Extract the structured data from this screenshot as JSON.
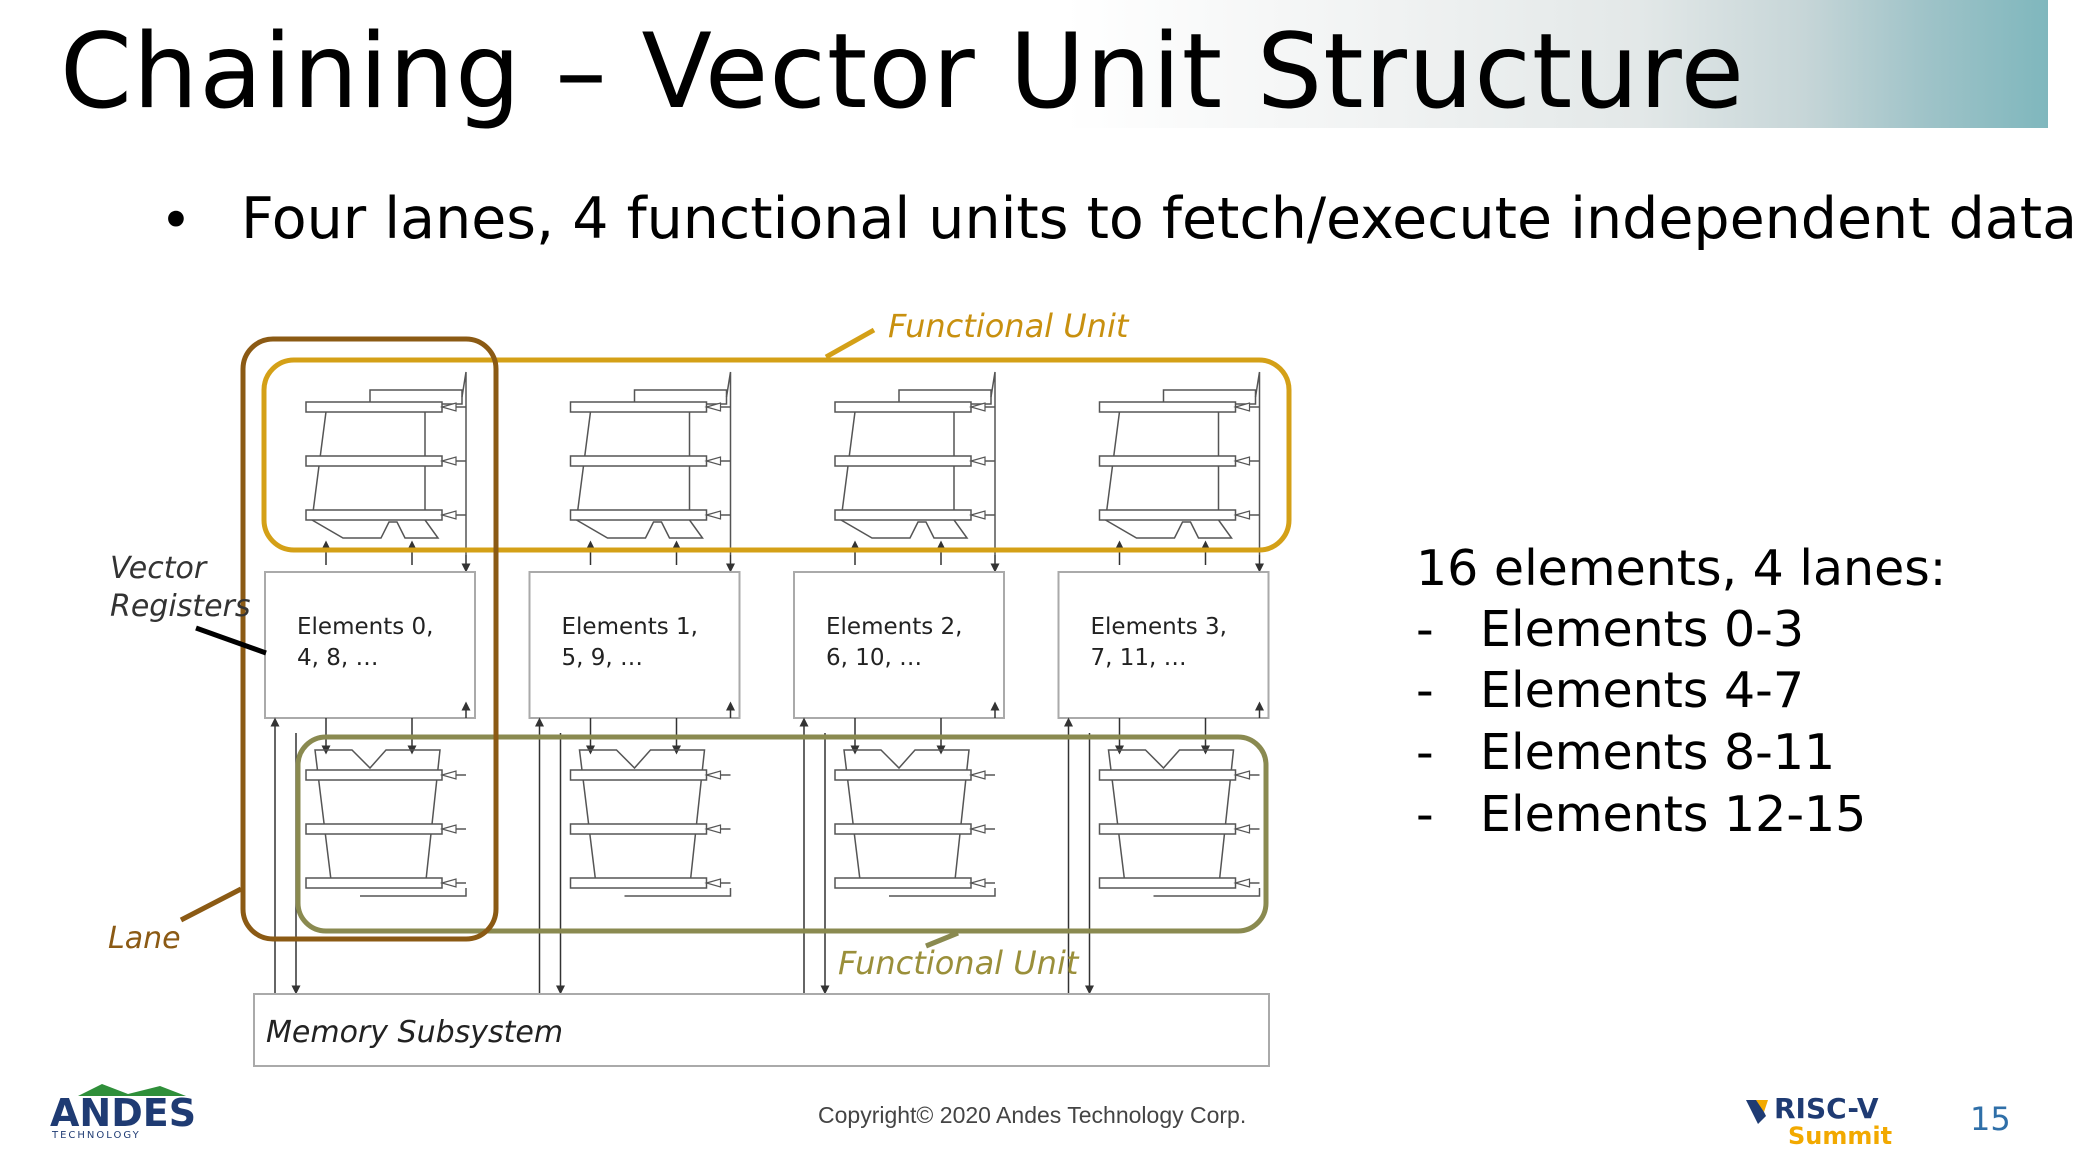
{
  "slide": {
    "title": "Chaining – Vector Unit Structure",
    "bullet": "Four lanes, 4 functional units to fetch/execute independent data",
    "page_number": "15",
    "copyright": "Copyright© 2020 Andes Technology Corp."
  },
  "diagram": {
    "functional_unit_top_label": "Functional Unit",
    "functional_unit_bottom_label": "Functional Unit",
    "vector_registers_label_line1": "Vector",
    "vector_registers_label_line2": "Registers",
    "lane_label": "Lane",
    "memory_label": "Memory Subsystem",
    "registers": [
      {
        "line1": "Elements 0,",
        "line2": "4, 8, …"
      },
      {
        "line1": "Elements 1,",
        "line2": "5, 9, …"
      },
      {
        "line1": "Elements 2,",
        "line2": "6, 10, …"
      },
      {
        "line1": "Elements 3,",
        "line2": "7, 11, …"
      }
    ],
    "colors": {
      "functional_unit_top": "#d4a017",
      "functional_unit_bottom": "#8a8a50",
      "lane": "#8b5a14",
      "label_text": "#b8860b",
      "line": "#555555"
    }
  },
  "side_panel": {
    "heading": "16 elements, 4 lanes:",
    "items": [
      {
        "dash": "-",
        "text": "Elements 0-3"
      },
      {
        "dash": "-",
        "text": "Elements 4-7"
      },
      {
        "dash": "-",
        "text": "Elements 8-11"
      },
      {
        "dash": "-",
        "text": "Elements 12-15"
      }
    ]
  },
  "logos": {
    "andes_name": "ANDES",
    "andes_sub": "TECHNOLOGY",
    "riscv_name": "RISC-V",
    "riscv_sub": "Summit"
  }
}
